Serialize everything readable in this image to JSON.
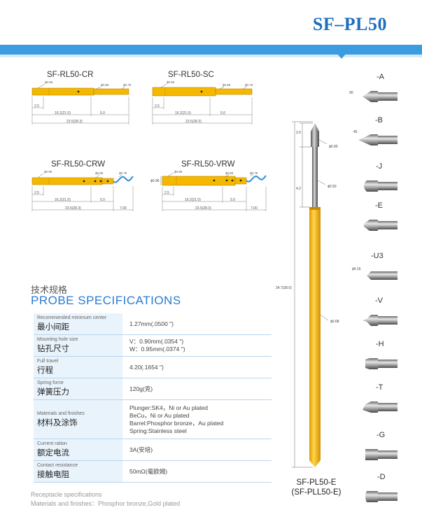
{
  "header": {
    "title": "SF–PL50"
  },
  "receptacles": [
    {
      "model": "SF-RL50-CR",
      "dia1": "ϕ0.96",
      "dia2": "ϕ0.86",
      "dia3": "ϕ0.75",
      "d1": "2.5",
      "d2": "16.2(21.0)",
      "d3": "5.0",
      "d4": "23.5(28.3)"
    },
    {
      "model": "SF-RL50-SC",
      "dia1": "ϕ0.96",
      "dia2": "ϕ0.86",
      "dia3": "ϕ0.75",
      "d1": "2.5",
      "d2": "16.2(21.0)",
      "d3": "5.0",
      "d4": "23.5(28.3)"
    },
    {
      "model": "SF-RL50-CRW",
      "dia1": "ϕ0.96",
      "dia2": "ϕ0.86",
      "dia3": "ϕ0.75",
      "d1": "2.5",
      "d2": "16.2(21.0)",
      "d3": "5.0",
      "d4": "23.5(28.3)",
      "d5": "7.00"
    },
    {
      "model": "SF-RL50-VRW",
      "dia0": "ϕ0.96",
      "dia1": "ϕ0.96",
      "dia2": "ϕ0.86",
      "dia3": "ϕ0.75",
      "d1": "2.5",
      "d2": "16.2(21.0)",
      "d3": "5.0",
      "d4": "23.5(28.3)",
      "d5": "7.00"
    }
  ],
  "specs": {
    "title_cn": "技术规格",
    "title_en": "PROBE SPECIFICATIONS",
    "rows": [
      {
        "en": "Recommended minimum center",
        "cn": "最小间距",
        "value": [
          "1.27mm(.0500 \")"
        ]
      },
      {
        "en": "Mounting hole size",
        "cn": "钻孔尺寸",
        "value": [
          "V：0.90mm(.0354 \")",
          "W：0.95mm(.0374 \")"
        ]
      },
      {
        "en": "Full travel",
        "cn": "行程",
        "value": [
          "4.20(.1654 \")"
        ]
      },
      {
        "en": "Spring force",
        "cn": "弹簧压力",
        "value": [
          "120g(克)"
        ]
      },
      {
        "en": "Materials and finishes",
        "cn": "材料及涂饰",
        "value": [
          "Plunger:SK4，Ni or Au plated",
          "BeCu，Ni or Au plated",
          "Barrel:Phosphor bronze，Au plated",
          "Spring:Stainless steel"
        ]
      },
      {
        "en": "Current ration",
        "cn": "额定电流",
        "value": [
          "3A(安培)"
        ]
      },
      {
        "en": "Contact resistance",
        "cn": "接触电阻",
        "value": [
          "50mΩ(毫欧姆)"
        ]
      }
    ],
    "footer1": "Receptacle specifications",
    "footer2": "Materials and finishes：Phosphor bronze,Gold plated"
  },
  "probe": {
    "d_top": "2.0",
    "d_tip": "ϕ0.90",
    "d_stroke": "4.2",
    "d_plunger": "ϕ0.50",
    "d_total": "24.7(28.0)",
    "d_barrel": "ϕ0.68",
    "pn1": "SF-PL50-E",
    "pn2": "(SF-PLL50-E)"
  },
  "tips": [
    {
      "label": "-A",
      "note": "90"
    },
    {
      "label": "-B",
      "note": "45"
    },
    {
      "label": "-J"
    },
    {
      "label": "-E"
    },
    {
      "label": "-U3",
      "note": "ϕ0.16"
    },
    {
      "label": "-V"
    },
    {
      "label": "-H"
    },
    {
      "label": "-T"
    },
    {
      "label": "-G"
    },
    {
      "label": "-D"
    }
  ],
  "colors": {
    "brand_blue": "#3b9de0",
    "title_blue": "#1f6fbd",
    "gold": "#f5b800",
    "wire_blue": "#2f8ed8"
  }
}
